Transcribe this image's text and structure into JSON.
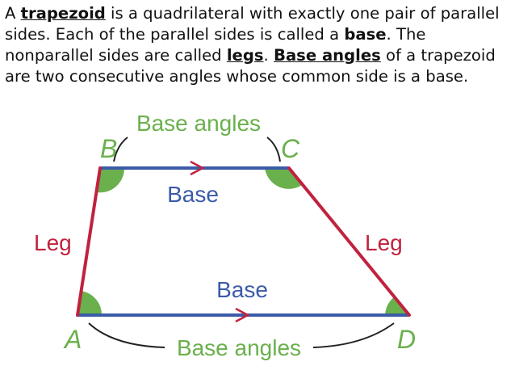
{
  "definition": {
    "part1": "A ",
    "term_trapezoid": "trapezoid",
    "part2": " is a quadrilateral with exactly one pair of parallel sides. Each of the parallel sides is called a ",
    "term_base": "base",
    "part3": ". The nonparallel sides are called ",
    "term_legs": "legs",
    "part4": ". ",
    "term_base_angles": "Base angles",
    "part5": " of a trapezoid are two consecutive angles whose common side is a base."
  },
  "diagram": {
    "vertices": {
      "A": "A",
      "B": "B",
      "C": "C",
      "D": "D"
    },
    "top_base_label": "Base",
    "bottom_base_label": "Base",
    "left_leg_label": "Leg",
    "right_leg_label": "Leg",
    "top_angles_label": "Base angles",
    "bottom_angles_label": "Base angles",
    "colors": {
      "base": "#3b5ba8",
      "leg": "#c0223f",
      "angle": "#6ab04c",
      "bracket": "#222222"
    }
  }
}
